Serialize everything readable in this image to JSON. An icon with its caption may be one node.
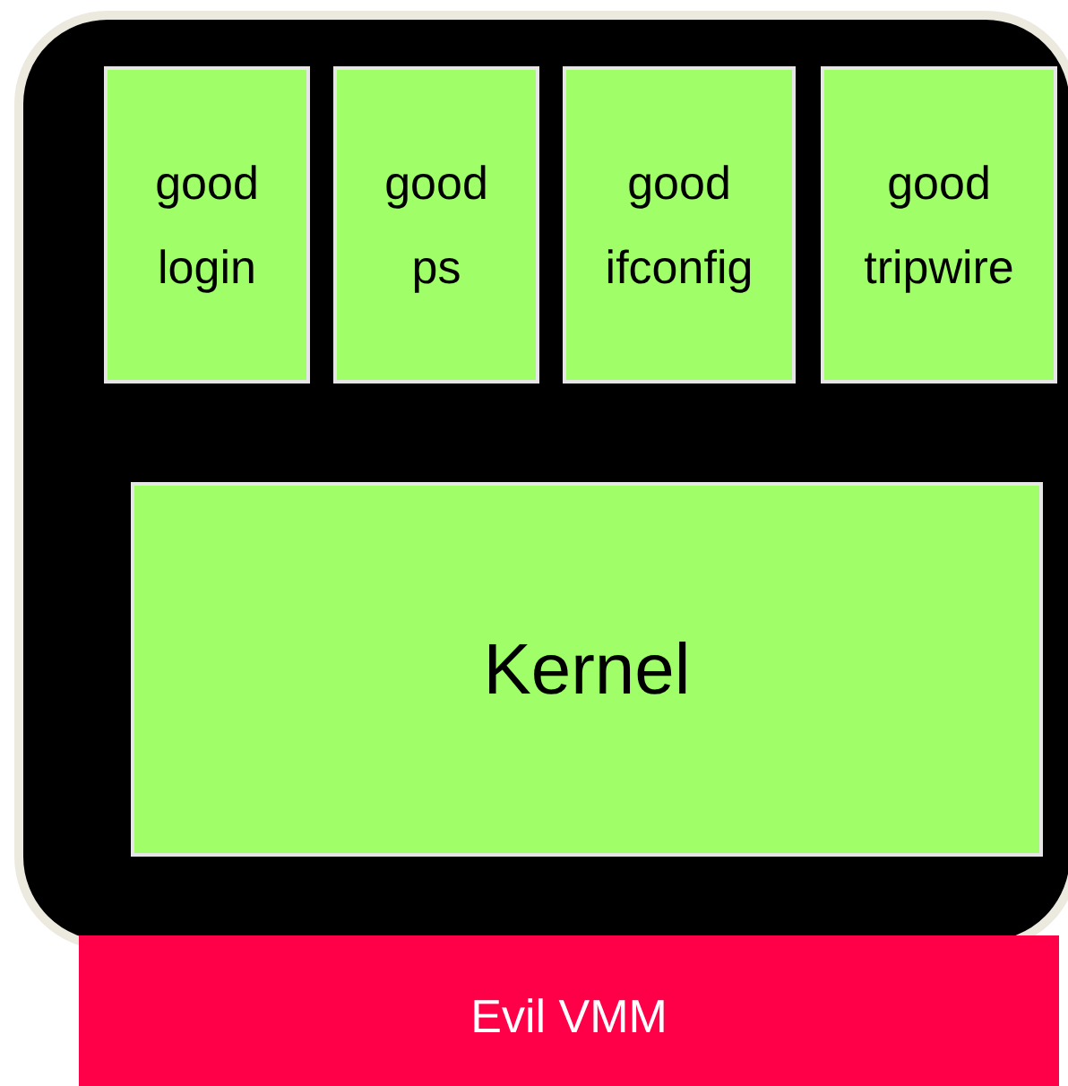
{
  "diagram": {
    "nodes": [
      {
        "text": [],
        "shape": "box"
      },
      {
        "text": [
          "good login"
        ],
        "in": 0
      },
      {
        "text": [
          "good ps"
        ],
        "in": 0
      },
      {
        "text": [
          "good ifconfig"
        ],
        "in": 0
      },
      {
        "text": [
          "good tripwire"
        ],
        "in": 0
      },
      {
        "text": [
          "Kernel"
        ],
        "in": 0
      },
      {
        "text": [
          "Evil VMM"
        ]
      }
    ]
  }
}
